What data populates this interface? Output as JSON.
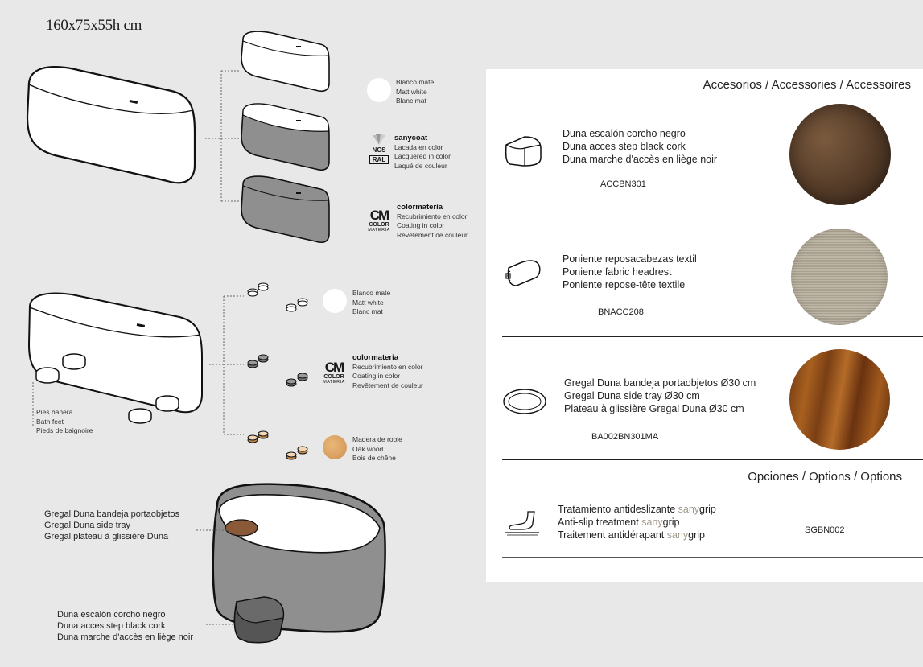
{
  "dimensions": "160x75x55h cm",
  "finishes_tub": [
    {
      "lines": [
        "Blanco mate",
        "Matt white",
        "Blanc mat"
      ]
    },
    {
      "brand": "sanycoat",
      "lines": [
        "Lacada en color",
        "Lacquered in color",
        "Laqué de couleur"
      ],
      "logo_lines": [
        "NCS",
        "RAL"
      ]
    },
    {
      "brand": "colormateria",
      "lines": [
        "Recubrimiento en color",
        "Coating in color",
        "Revêtement de couleur"
      ],
      "logo_lines": [
        "CM",
        "COLOR",
        "MATERIA"
      ]
    }
  ],
  "finishes_feet": [
    {
      "lines": [
        "Blanco mate",
        "Matt white",
        "Blanc mat"
      ]
    },
    {
      "brand": "colormateria",
      "lines": [
        "Recubrimiento en color",
        "Coating in color",
        "Revêtement de couleur"
      ],
      "logo_lines": [
        "CM",
        "COLOR",
        "MATERIA"
      ]
    },
    {
      "lines": [
        "Madera de roble",
        "Oak wood",
        "Bois de chêne"
      ]
    }
  ],
  "feet_label": [
    "Pies bañera",
    "Bath feet",
    "Pieds de baignoire"
  ],
  "tray_label": [
    "Gregal Duna bandeja portaobjetos",
    "Gregal Duna side tray",
    "Gregal plateau à glissière Duna"
  ],
  "step_label": [
    "Duna escalón corcho negro",
    "Duna acces step black cork",
    "Duna marche d'accès en liège noir"
  ],
  "accessories_title": "Accesorios / Accessories / Accessoires",
  "accessories": [
    {
      "lines": [
        "Duna escalón corcho negro",
        "Duna acces step black cork",
        "Duna marche d'accès en liège noir"
      ],
      "code": "ACCBN301",
      "icon": "step-icon",
      "swatch_color": "#5a3e2b"
    },
    {
      "lines": [
        "Poniente reposacabezas textil",
        "Poniente fabric headrest",
        "Poniente repose-tête textile"
      ],
      "code": "BNACC208",
      "icon": "headrest-icon",
      "swatch_color": "#b3ab9a"
    },
    {
      "lines": [
        "Gregal Duna bandeja portaobjetos Ø30 cm",
        "Gregal Duna side tray Ø30 cm",
        "Plateau à glissière Gregal Duna Ø30 cm"
      ],
      "code": "BA002BN301MA",
      "icon": "tray-icon",
      "swatch_color": "#8a4a1c"
    }
  ],
  "options_title": "Opciones / Options / Options",
  "options": [
    {
      "lines": [
        "Tratamiento antideslizante ",
        "Anti-slip treatment ",
        "Traitement antidérapant "
      ],
      "accent": "sany",
      "accent_suffix": "grip",
      "code": "SGBN002",
      "icon": "foot-icon"
    }
  ]
}
